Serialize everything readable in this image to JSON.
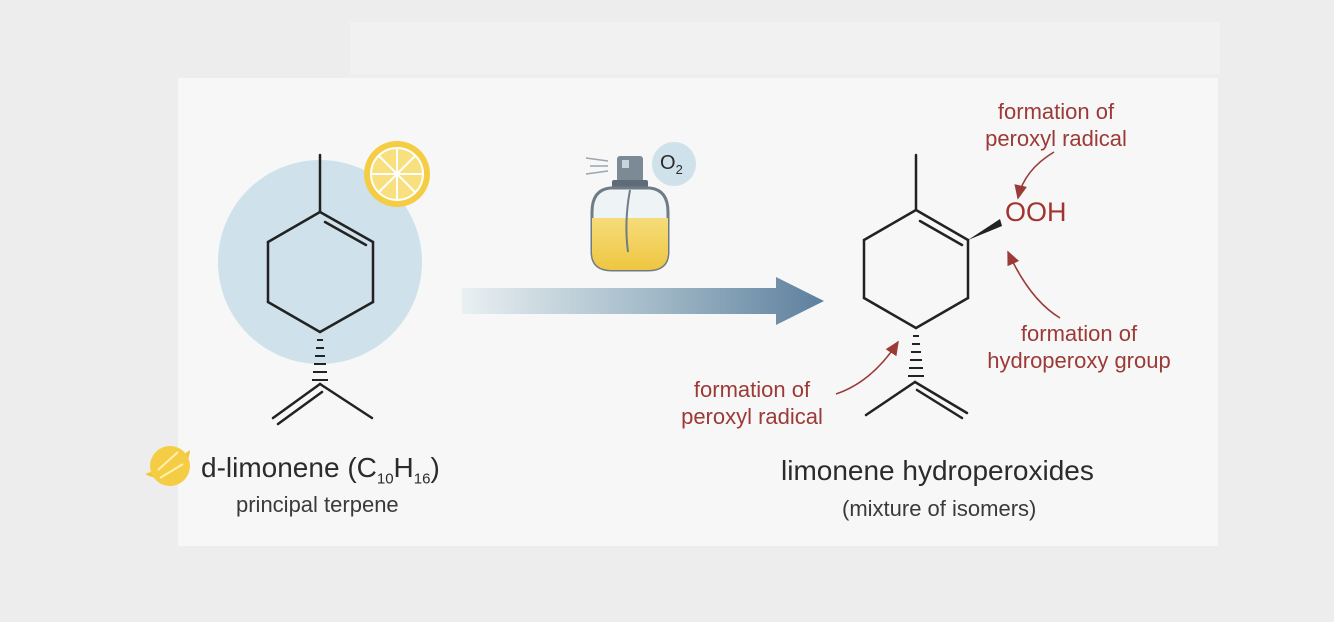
{
  "left": {
    "name": "d-limonene",
    "formula_prefix": "(C",
    "formula_sub1": "10",
    "formula_mid": "H",
    "formula_sub2": "16",
    "formula_suffix": ")",
    "subtitle": "principal terpene"
  },
  "reagent": {
    "label": "O2",
    "label_main": "O",
    "label_sub": "2"
  },
  "right": {
    "name": "limonene hydroperoxides",
    "subtitle": "(mixture of isomers)",
    "group_label": "OOH"
  },
  "annotations": {
    "top": [
      "formation of",
      "peroxyl radical"
    ],
    "right": [
      "formation of",
      "hydroperoxy group"
    ],
    "bottom": [
      "formation of",
      "peroxyl radical"
    ]
  },
  "colors": {
    "annotation": "#9b3a36",
    "highlight_circle": "#cfe1ea",
    "arrow_start": "#e7eff1",
    "arrow_end": "#5d7f9d",
    "lemon": "#f2c53a",
    "bond": "#222222"
  },
  "icons": [
    "lemon-slice-icon",
    "perfume-bottle-icon",
    "oxygen-bubble-icon",
    "lemon-wedge-icon"
  ]
}
